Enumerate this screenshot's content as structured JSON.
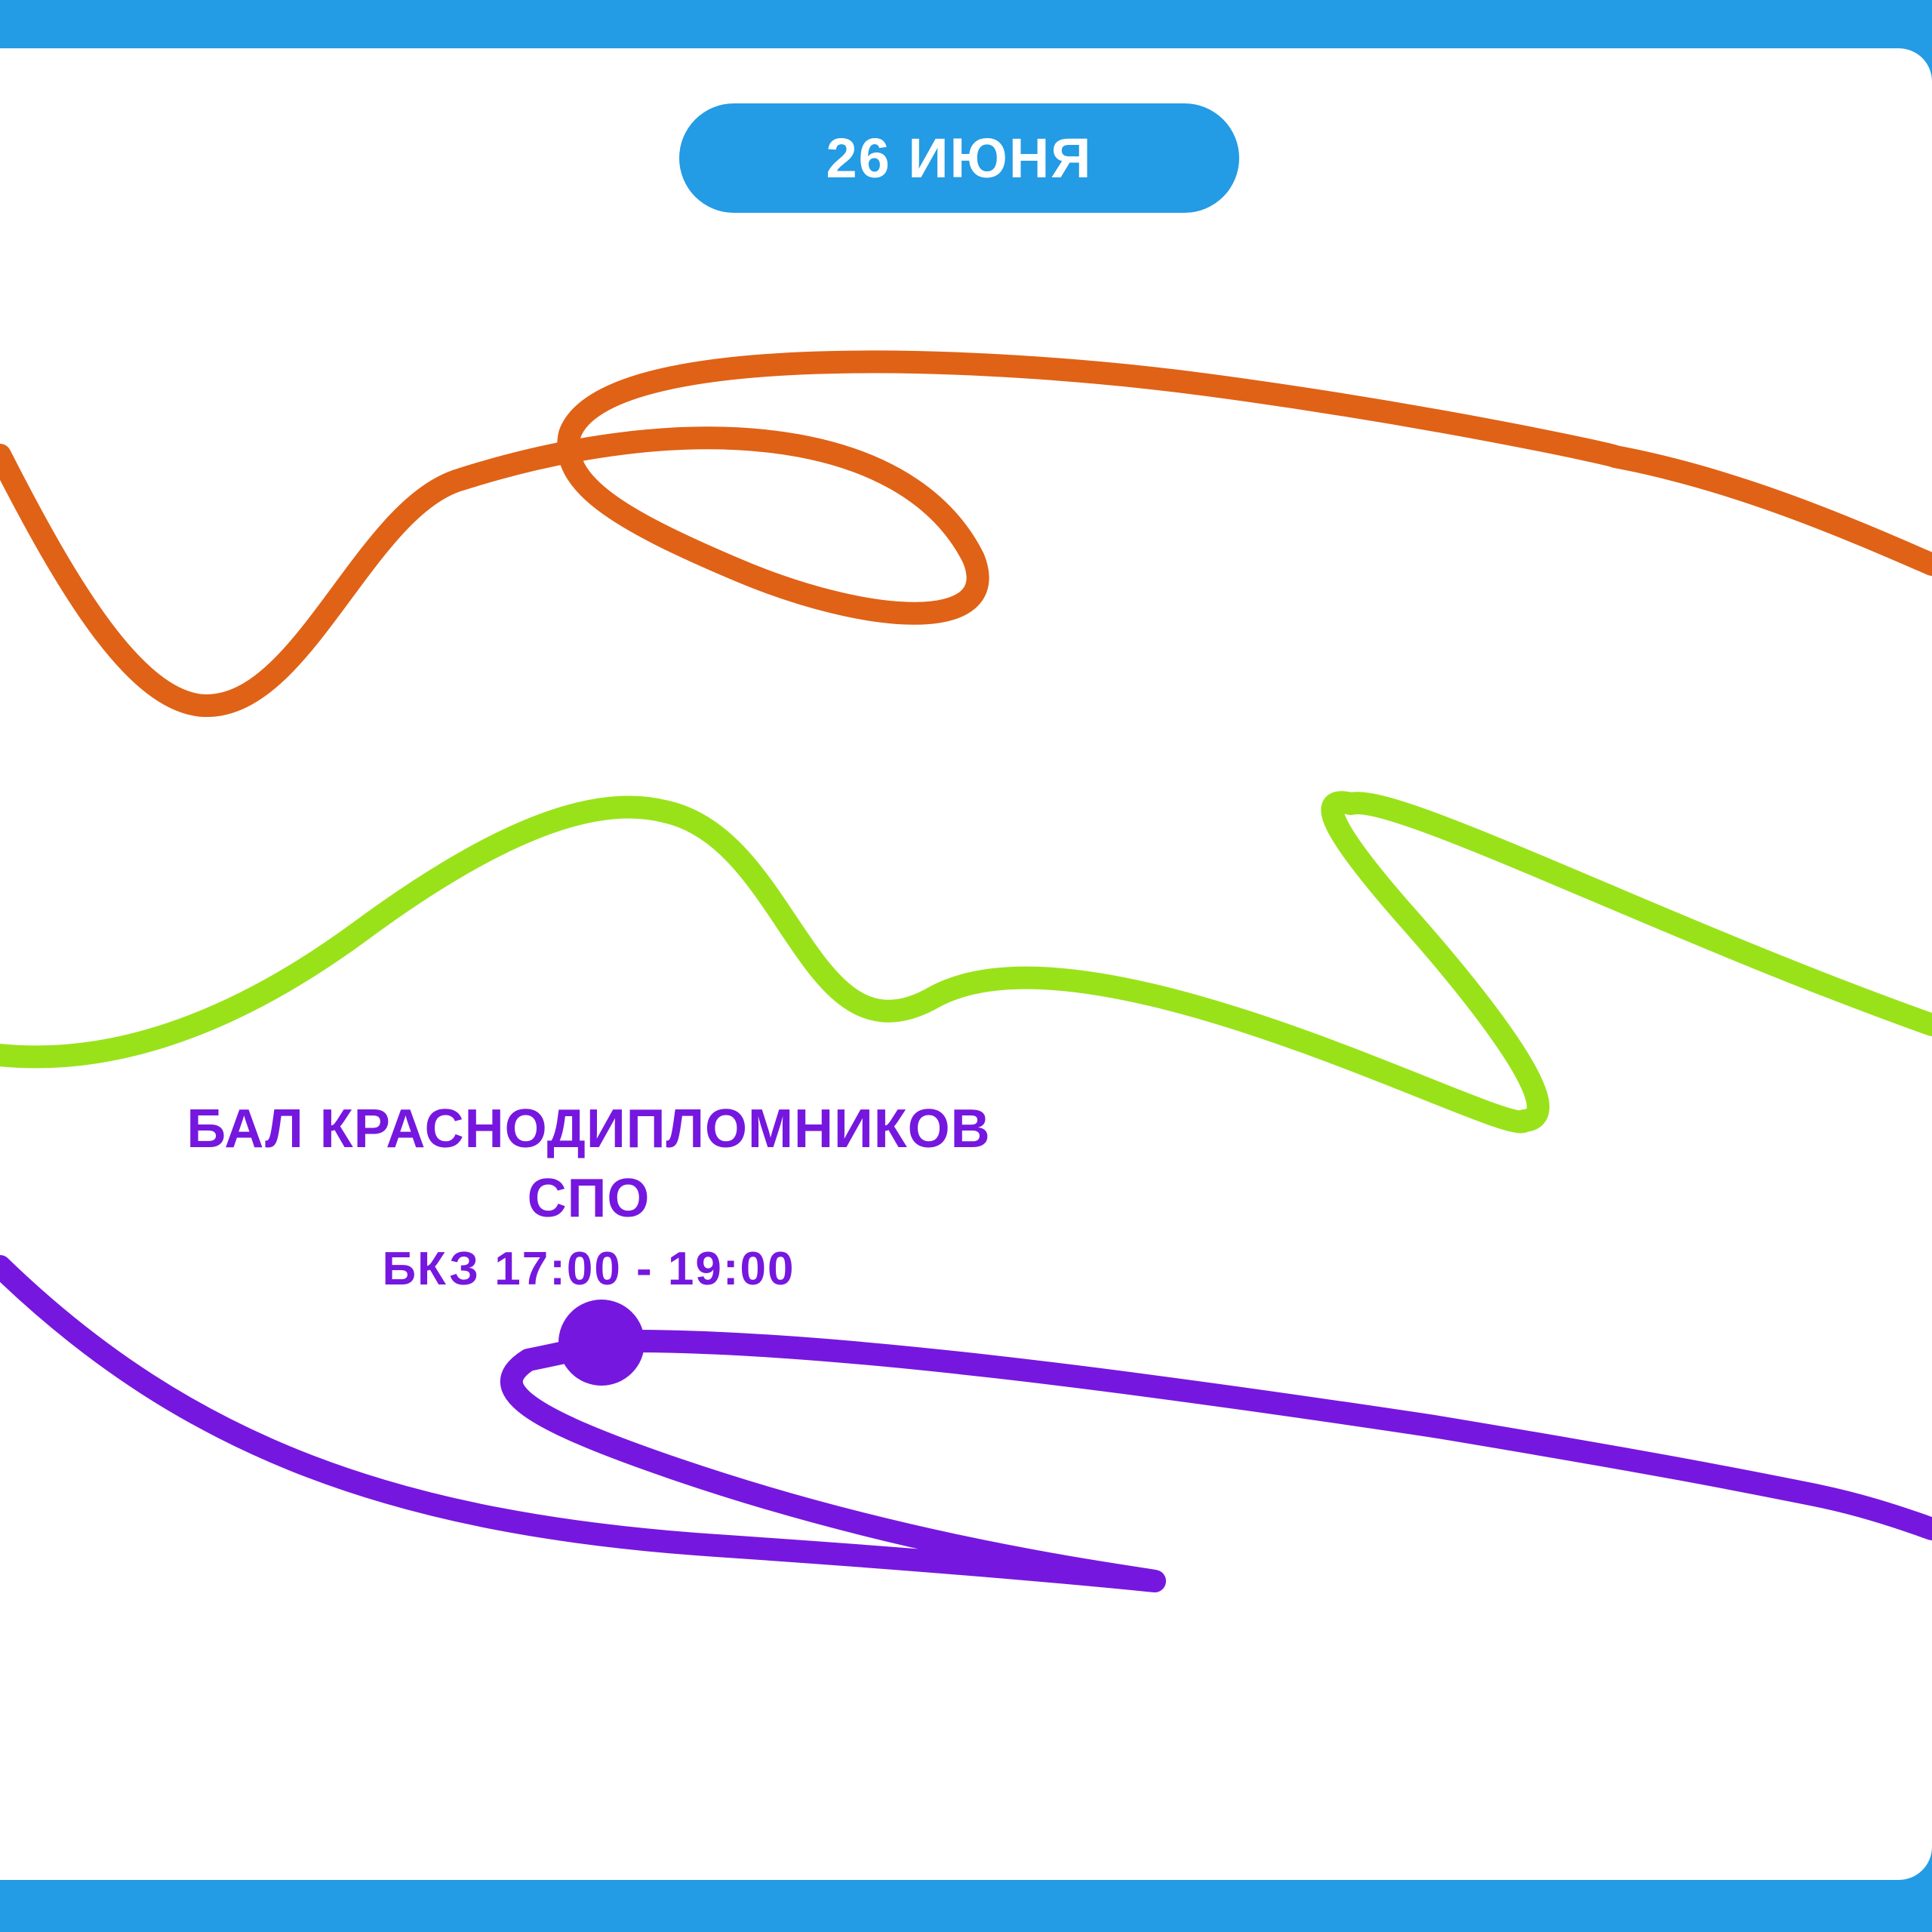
{
  "colors": {
    "background_band": "#239be5",
    "card": "#ffffff",
    "orange_line": "#e06216",
    "green_line": "#99e21a",
    "purple_line": "#7617df",
    "date_text": "#ffffff",
    "event_text": "#7617df"
  },
  "date_badge": {
    "label": "26 ИЮНЯ"
  },
  "event": {
    "title_line1": "БАЛ КРАСНОДИПЛОМНИКОВ",
    "title_line2": "СПО",
    "venue_time": "БКЗ 17:00 - 19:00"
  }
}
